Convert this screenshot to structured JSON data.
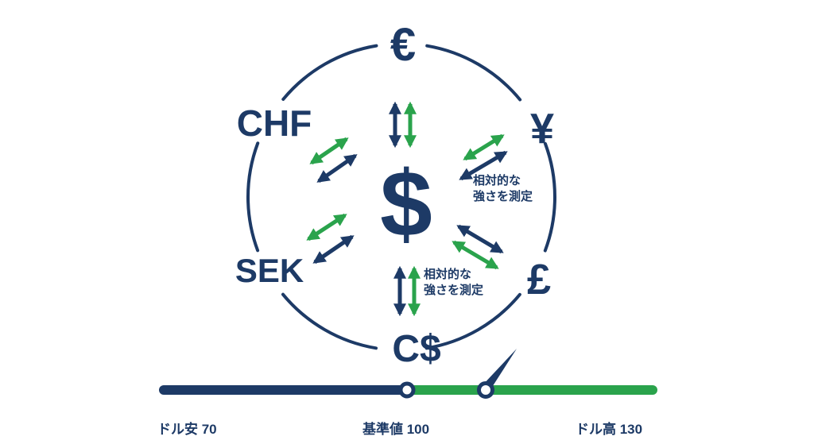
{
  "diagram": {
    "center_symbol": "$",
    "currencies": {
      "eur": "€",
      "jpy": "¥",
      "chf": "CHF",
      "sek": "SEK",
      "gbp": "£",
      "cad": "C$"
    },
    "annotation_right": {
      "line1": "相対的な",
      "line2": "強さを測定"
    },
    "annotation_bottom": {
      "line1": "相対的な",
      "line2": "強さを測定"
    },
    "colors": {
      "navy": "#1d3a66",
      "green": "#2aa34c"
    }
  },
  "gauge": {
    "label_low": "ドル安 70",
    "label_base": "基準値 100",
    "label_high": "ドル高 130"
  }
}
